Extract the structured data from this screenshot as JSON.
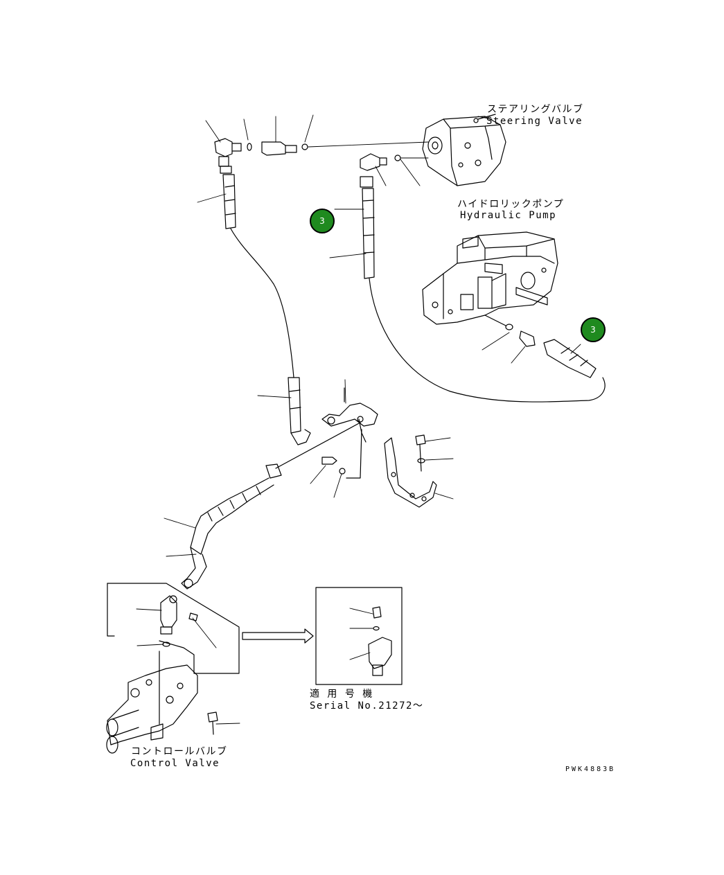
{
  "labels": {
    "steering_valve_jp": "ステアリングバルブ",
    "steering_valve_en": "Steering Valve",
    "hydraulic_pump_jp": "ハイドロリックポンプ",
    "hydraulic_pump_en": "Hydraulic Pump",
    "control_valve_jp": "コントロールバルブ",
    "control_valve_en": "Control Valve",
    "serial_jp": "適 用 号 機",
    "serial_en": "Serial No.21272～",
    "drawing_code": "PWK4883B"
  },
  "callouts": [
    {
      "number": "3"
    },
    {
      "number": "3"
    }
  ],
  "colors": {
    "line": "#000000",
    "badge_fill": "#1f8a1f",
    "badge_text": "#ffffff"
  }
}
